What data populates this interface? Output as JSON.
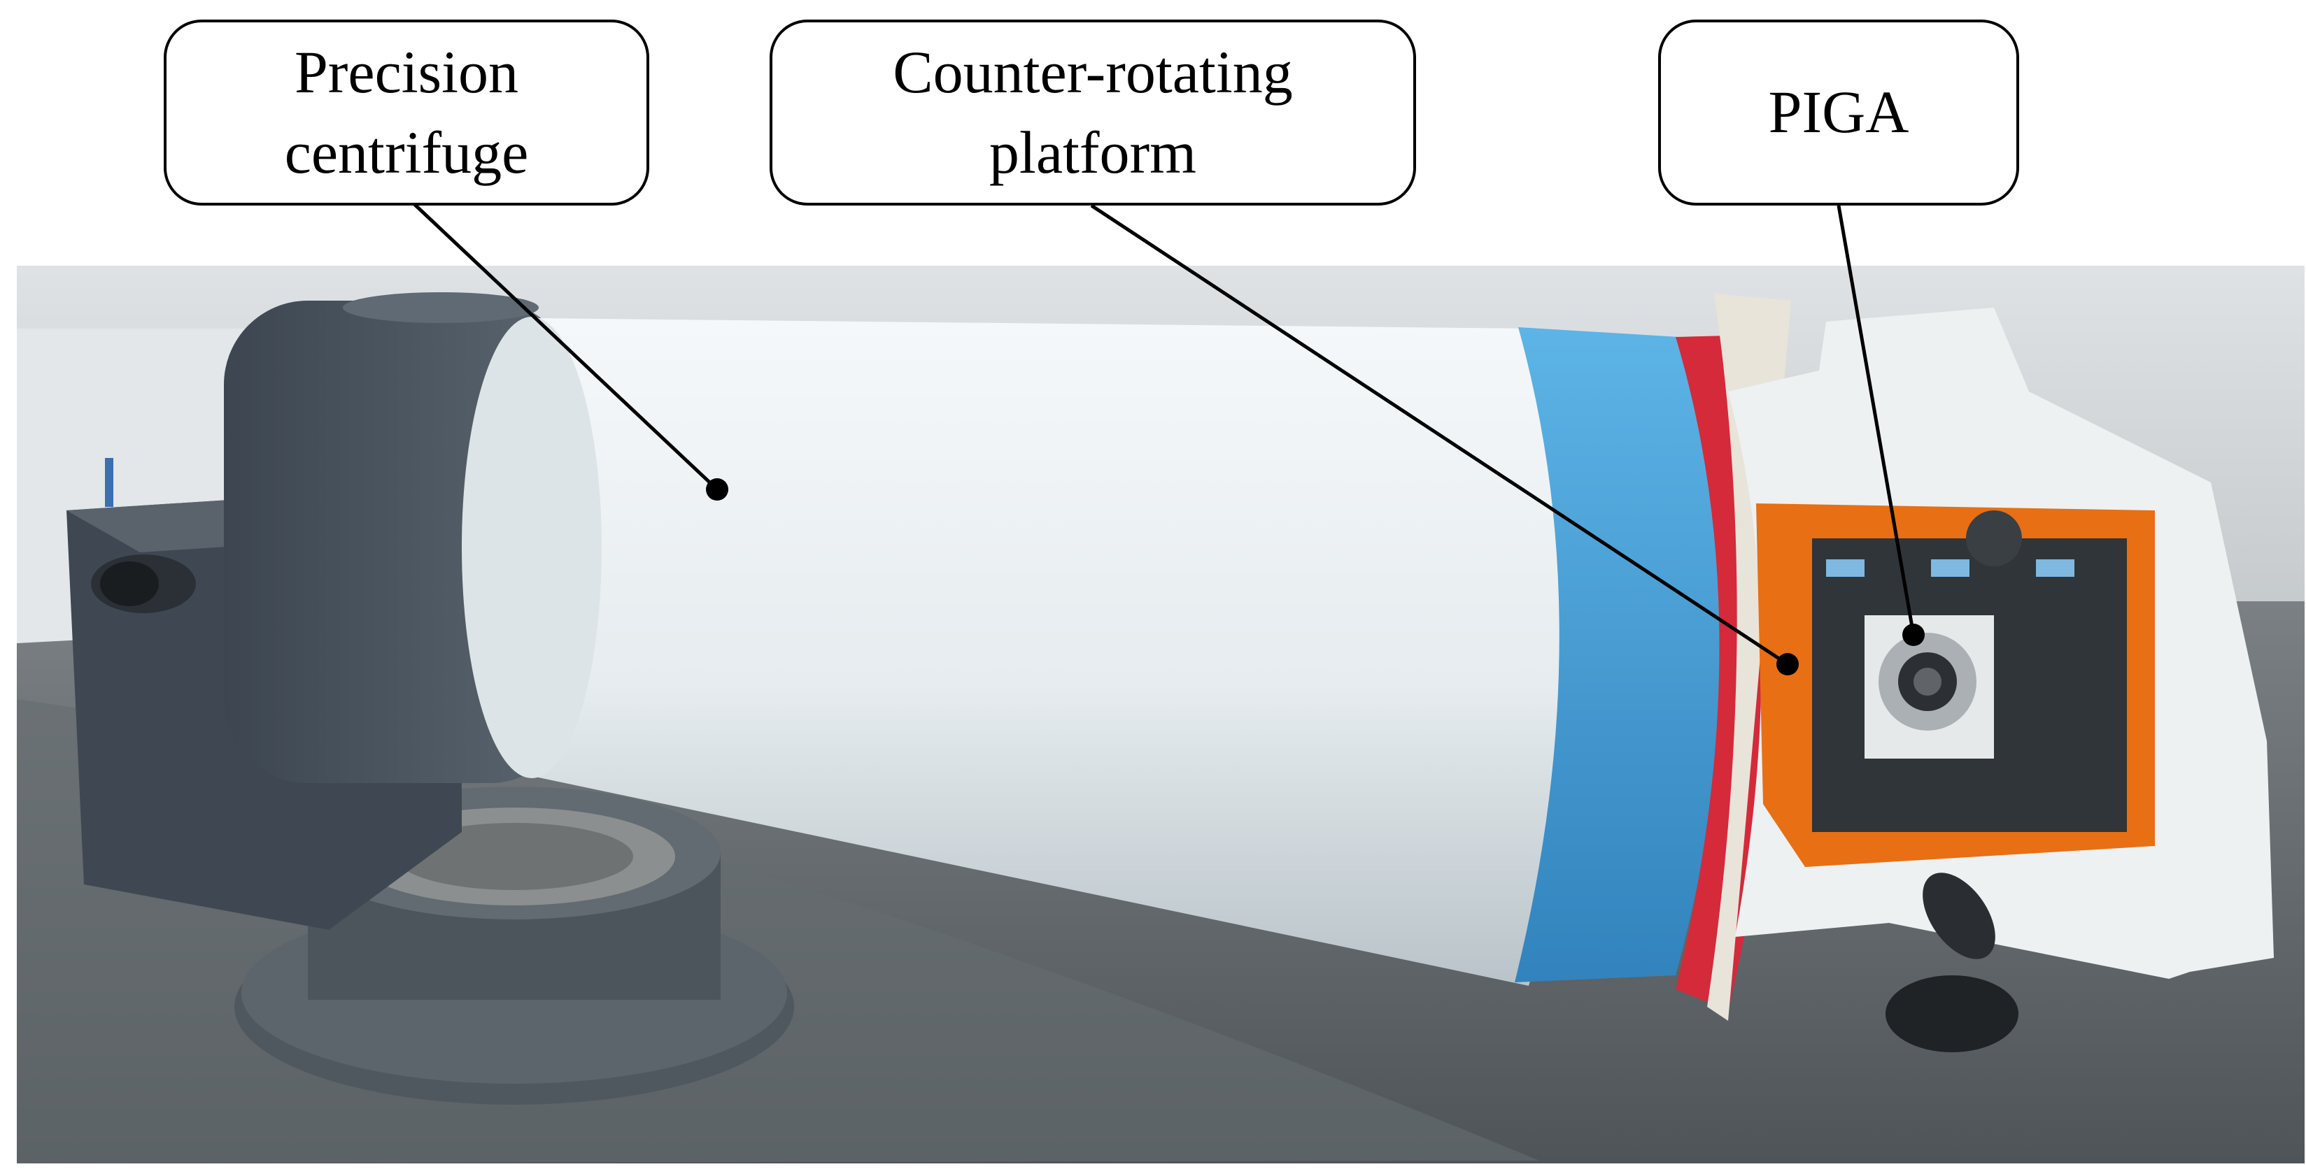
{
  "figure": {
    "labels": {
      "centrifuge": "Precision\ncentrifuge",
      "platform": "Counter-rotating\nplatform",
      "piga": "PIGA"
    }
  },
  "colors": {
    "tube_white": "#e9eef1",
    "housing_gray": "#4b5560",
    "accent_blue": "#4aa3d9",
    "accent_red": "#d42a3a",
    "platform_orange": "#e86f14",
    "floor_gray": "#5c6266",
    "wall_gray": "#cfd3d6"
  }
}
